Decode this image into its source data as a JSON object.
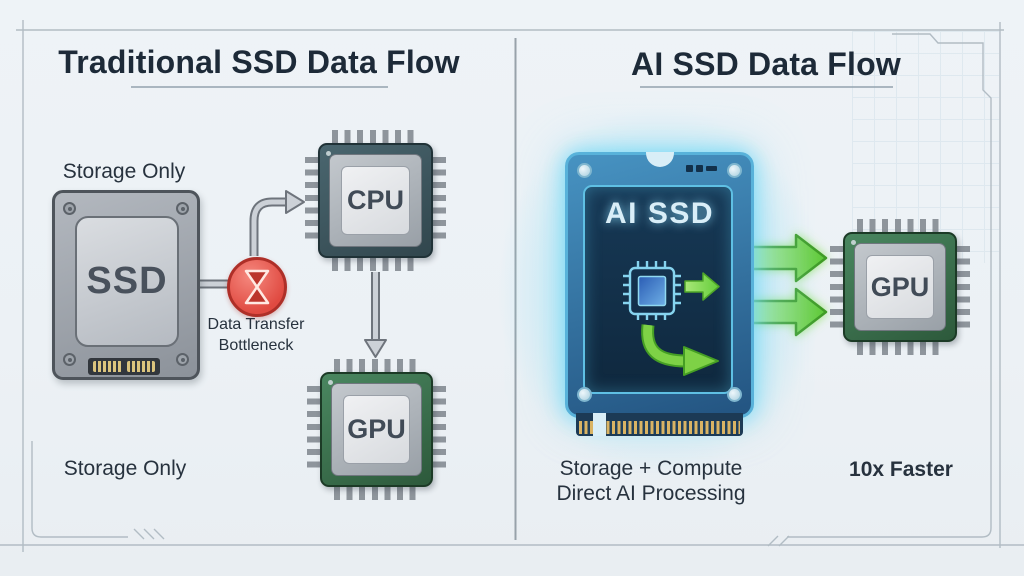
{
  "left": {
    "title": "Traditional SSD Data Flow",
    "top_label": "Storage Only",
    "bottom_label": "Storage Only",
    "ssd_label": "SSD",
    "cpu_label": "CPU",
    "gpu_label": "GPU",
    "bottleneck": [
      "Data Transfer",
      "Bottleneck"
    ]
  },
  "right": {
    "title": "AI SSD Data Flow",
    "card_label": "AI SSD",
    "gpu_label": "GPU",
    "caption": [
      "Storage + Compute",
      "Direct AI Processing"
    ],
    "badge": "10x Faster"
  },
  "colors": {
    "title_text": "#1d2a38",
    "bottleneck_red": "#e04a41",
    "flow_green": "#5cc838",
    "glow_cyan": "#6ed7f5",
    "chip_teal": "#3c5860",
    "chip_green": "#3e7b53"
  }
}
